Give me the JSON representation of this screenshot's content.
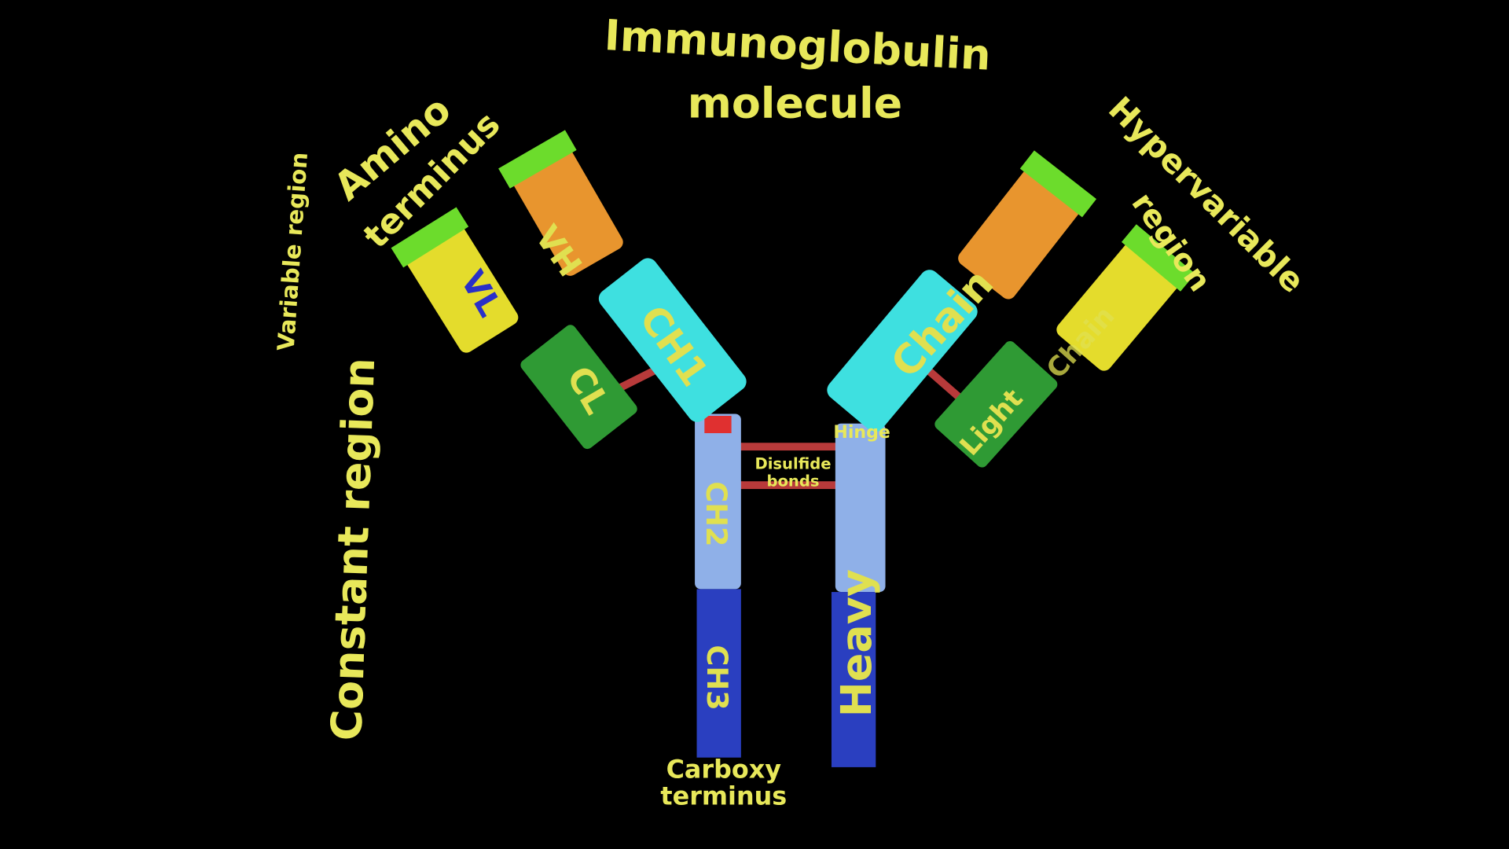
{
  "title": {
    "line1": "Immunoglobulin",
    "line2": "molecule"
  },
  "labels": {
    "amino": "Amino",
    "terminus": "terminus",
    "variable_region": "Variable region",
    "constant_region": "Constant region",
    "hypervariable": "Hypervariable",
    "region": "region",
    "hinge": "Hinge",
    "disulfide": "Disulfide",
    "bonds": "bonds",
    "carboxy": "Carboxy",
    "carboxy_terminus": "terminus"
  },
  "domains": {
    "vh": "VH",
    "vl": "VL",
    "ch1": "CH1",
    "cl": "CL",
    "ch2": "CH2",
    "ch3": "CH3",
    "heavy": "Heavy",
    "chain": "Chain",
    "light": "Light",
    "light_chain": "Chain"
  },
  "colors": {
    "background": "#000000",
    "text": "#e8e85a",
    "vh": "#e8952e",
    "vl": "#e4dc2c",
    "ch1": "#3ee0e0",
    "cl": "#2f9a34",
    "ch2": "#8fb0e8",
    "ch3": "#2a3fc0",
    "hypervariable": "#6cdc2c",
    "bond": "#b83a3a",
    "hinge": "#e03030"
  }
}
